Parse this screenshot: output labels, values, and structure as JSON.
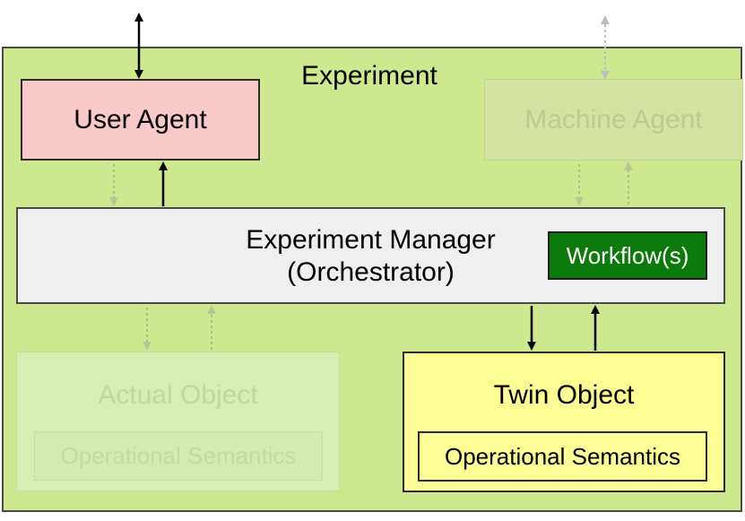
{
  "experiment": {
    "title": "Experiment"
  },
  "user_agent": {
    "label": "User Agent"
  },
  "machine_agent": {
    "label": "Machine Agent"
  },
  "manager": {
    "line1": "Experiment Manager",
    "line2": "(Orchestrator)",
    "workflows_label": "Workflow(s)"
  },
  "actual_object": {
    "title": "Actual Object",
    "semantics_label": "Operational Semantics"
  },
  "twin_object": {
    "title": "Twin Object",
    "semantics_label": "Operational Semantics"
  },
  "colors": {
    "experiment_bg": "#cde88f",
    "user_agent_bg": "#f9c9c7",
    "manager_bg": "#efefef",
    "workflow_bg": "#0b790b",
    "twin_bg": "#fdfd96",
    "faded_text": "#bccb8c"
  }
}
